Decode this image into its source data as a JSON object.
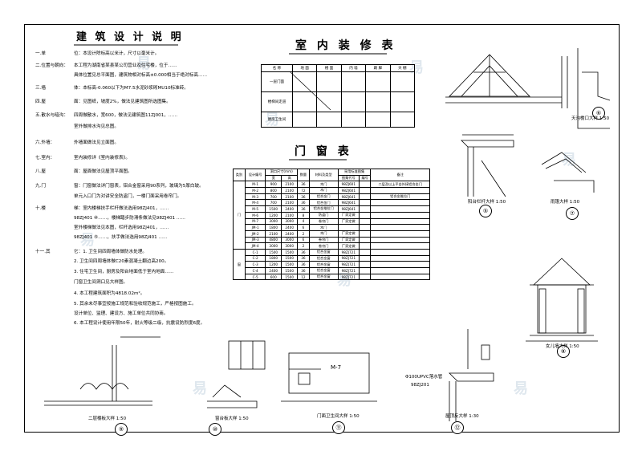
{
  "sheet": {
    "title": "建 筑 设 计 说 明",
    "watermark": "易"
  },
  "notes": [
    {
      "no": "一.单",
      "text": "位：本设计除标高以米计，尺寸以毫米计。"
    },
    {
      "no": "二.位置与朝向：",
      "text": "本工程为湖南省某县某公司营业及住宅楼，位于……"
    },
    {
      "no": "",
      "text": "具体位置见总平面图，建筑物相对标高±0.000相当于绝对标高……"
    },
    {
      "no": "三.墙",
      "text": "体：本标高-0.060以下为M7.5水泥砂浆砌MU10标准砖。"
    },
    {
      "no": "四.屋",
      "text": "面：见图纸，坡度2%，做法见建筑图所选图集。"
    },
    {
      "no": "五.散水与暗沟：",
      "text": "四周做散水，宽600，做法见建筑图11ZJ001，……"
    },
    {
      "no": "",
      "text": "室外做排水沟见总图。"
    },
    {
      "no": "六.外墙：",
      "text": "外墙面做法见立面图。"
    },
    {
      "no": "七.室内：",
      "text": "室内装修详《室内装修表》。"
    },
    {
      "no": "八.屋",
      "text": "面：屋面做法见屋顶平面图。"
    },
    {
      "no": "九.门",
      "text": "窗：门窗做法详门窗表，铝合金窗采用90系列，玻璃为5厚白玻。"
    },
    {
      "no": "",
      "text": "单元入口门为对讲安全防盗门，一楼门面采用卷帘门。"
    },
    {
      "no": "十.楼",
      "text": "梯：室内楼梯扶手栏杆做法选用98ZJ401，……"
    },
    {
      "no": "",
      "text": "98ZJ401 ⑩……，楼梯踏步防滑条做法见98ZJ401 ……"
    },
    {
      "no": "",
      "text": "室外楼梯做法见本图，栏杆选用98ZJ401，……"
    },
    {
      "no": "",
      "text": "98ZJ401 ⑤……，扶手做法选用98ZJ401 ……"
    },
    {
      "no": "十一.其",
      "text": "它：1. 卫生间四周墙体做防水处理。"
    },
    {
      "no": "",
      "text": "2. 卫生间四周墙体做C20素混凝土翻边高200。"
    },
    {
      "no": "",
      "text": "3. 住宅卫生间，厨房及阳台地面低于室内地面……"
    },
    {
      "no": "",
      "text": "门窗卫生间洞口见大样图。"
    },
    {
      "no": "",
      "text": "4. 本工程建筑面积为4818.02m²。"
    },
    {
      "no": "",
      "text": "5. 其余未尽事宜按施工规范和验收规范施工，严格按图施工。"
    },
    {
      "no": "",
      "text": "设计单位、监理、建设方、施工单位共同协商。"
    },
    {
      "no": "",
      "text": "6. 本工程设计使用年限50年，耐火等级二级，抗震设防烈度6度。"
    }
  ],
  "decoration_table": {
    "title": "室 内 装 修 表",
    "headers": [
      "名 称",
      "地 面",
      "楼 面",
      "内 墙",
      "踢 脚",
      "天 棚"
    ],
    "rows": [
      [
        "一层门面",
        "",
        "",
        "",
        "",
        ""
      ],
      [
        "楼梯间走道",
        "",
        "",
        "",
        "",
        ""
      ],
      [
        "厨房卫生间",
        "",
        "",
        "",
        "",
        ""
      ]
    ]
  },
  "window_table": {
    "title": "门 窗 表",
    "headers": [
      "类别",
      "设计编号",
      "洞口尺寸(mm)",
      "",
      "数量",
      "材料及类型",
      "采用标准图集",
      "",
      "备注"
    ],
    "subheaders": [
      "",
      "",
      "宽",
      "高",
      "",
      "",
      "图集代号",
      "编号",
      ""
    ],
    "group_labels": [
      "门",
      "窗"
    ],
    "rows": [
      [
        "",
        "M-1",
        "900",
        "2100",
        "36",
        "木门",
        "98ZJ601",
        "",
        "二层及以上平台外接铝合金门"
      ],
      [
        "",
        "M-2",
        "800",
        "2100",
        "72",
        "木门",
        "98ZJ601",
        "",
        ""
      ],
      [
        "",
        "M-3",
        "700",
        "2100",
        "36",
        "铝合金门",
        "98ZJ641",
        "",
        "铝合金推拉门"
      ],
      [
        "",
        "M-4",
        "700",
        "2100",
        "36",
        "铝合金门",
        "98ZJ641",
        "",
        ""
      ],
      [
        "",
        "M-5",
        "1500",
        "2400",
        "36",
        "铝合金推拉门",
        "98ZJ641",
        "",
        ""
      ],
      [
        "",
        "M-6",
        "1200",
        "2100",
        "8",
        "防盗门",
        "厂家定做",
        "",
        ""
      ],
      [
        "",
        "M-7",
        "3000",
        "3000",
        "4",
        "卷帘门",
        "厂家定做",
        "",
        ""
      ],
      [
        "",
        "JM-1",
        "1800",
        "2400",
        "6",
        "木门",
        "",
        "",
        ""
      ],
      [
        "",
        "JM-2",
        "2100",
        "2400",
        "2",
        "木门",
        "厂家定做",
        "",
        ""
      ],
      [
        "",
        "JM-3",
        "4800",
        "3000",
        "6",
        "卷帘门",
        "厂家定做",
        "",
        ""
      ],
      [
        "",
        "JM-4",
        "3000",
        "3000",
        "2",
        "卷帘门",
        "厂家定做",
        "",
        ""
      ],
      [
        "",
        "C-1",
        "1500",
        "1500",
        "36",
        "铝合金窗",
        "98ZJ721",
        "",
        ""
      ],
      [
        "",
        "C-2",
        "1800",
        "1500",
        "36",
        "铝合金窗",
        "98ZJ721",
        "",
        ""
      ],
      [
        "",
        "C-3",
        "1200",
        "1500",
        "36",
        "铝合金窗",
        "98ZJ721",
        "",
        ""
      ],
      [
        "",
        "C-4",
        "2400",
        "1500",
        "36",
        "铝合金窗",
        "98ZJ721",
        "",
        ""
      ],
      [
        "",
        "C-5",
        "600",
        "1500",
        "12",
        "铝合金窗",
        "98ZJ721",
        "",
        ""
      ]
    ]
  },
  "details": [
    {
      "no": "⑥",
      "caption": "天沟檐口大样 1:50"
    },
    {
      "no": "⑤",
      "caption": "阳台栏杆大样 1:50"
    },
    {
      "no": "⑦",
      "caption": "雨篷大样 1:50"
    },
    {
      "no": "⑧",
      "caption": "女儿墙大样 1:50"
    },
    {
      "no": "⑨",
      "caption": "二层楼板大样 1:50"
    },
    {
      "no": "⑩",
      "caption": "窗台板大样 1:50"
    },
    {
      "no": "⑪",
      "caption": "门面卫生间大样 1:50"
    },
    {
      "no": "⑫",
      "caption": "屋顶反大样 1:30"
    }
  ],
  "labels": {
    "m7": "M-7",
    "pvc": "Φ100UPVC落水管",
    "zj": "98ZJ201"
  }
}
